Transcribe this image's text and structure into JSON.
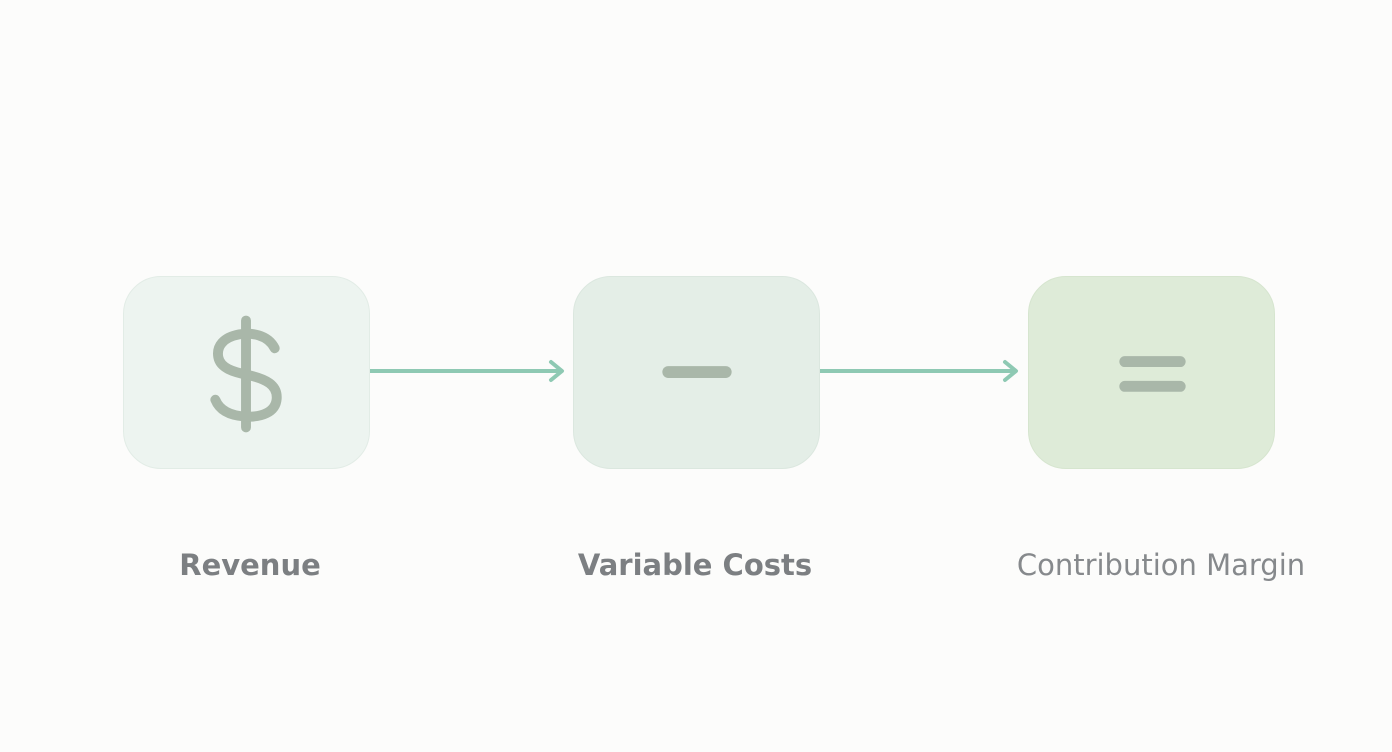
{
  "steps": [
    {
      "label": "Revenue",
      "symbol": "dollar-icon"
    },
    {
      "label": "Variable Costs",
      "symbol": "minus-icon"
    },
    {
      "label": "Contribution Margin",
      "symbol": "equals-icon"
    }
  ],
  "colors": {
    "background": "#fcfcfb",
    "arrow": "#8ec9b3",
    "symbol": "#a9b7a9",
    "label": "#7c7f82",
    "box_revenue": "#edf4f0",
    "box_costs": "#e4eee7",
    "box_margin": "#deebd8"
  }
}
